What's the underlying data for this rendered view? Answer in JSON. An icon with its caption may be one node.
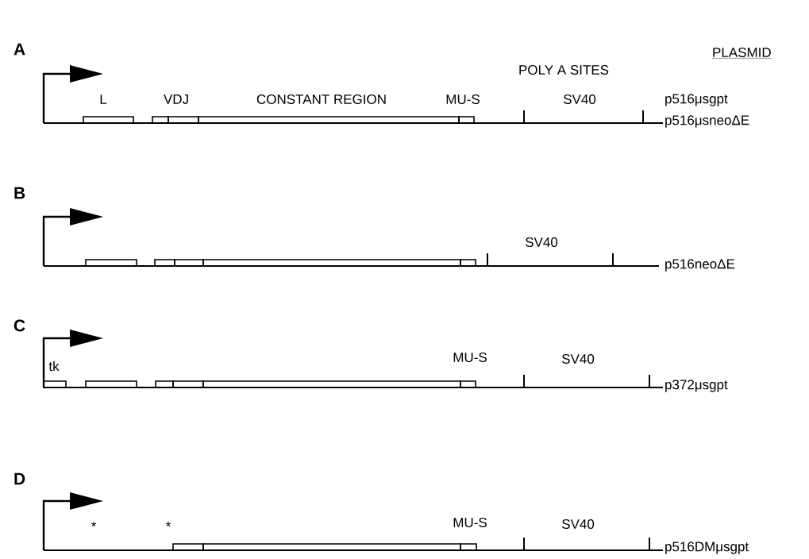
{
  "diagram": {
    "labels": [
      "A",
      "PLASMID",
      "POLY A SITES",
      "L",
      "VDJ",
      "CONSTANT REGION",
      "MU-S",
      "SV40",
      "p516μsgpt",
      "p516μsneoΔE",
      "B",
      "SV40",
      "p516neoΔE",
      "C",
      "tk",
      "MU-S",
      "SV40",
      "p372μsgpt",
      "D",
      "*",
      "*",
      "MU-S",
      "SV40",
      "p516DMμsgpt"
    ]
  }
}
